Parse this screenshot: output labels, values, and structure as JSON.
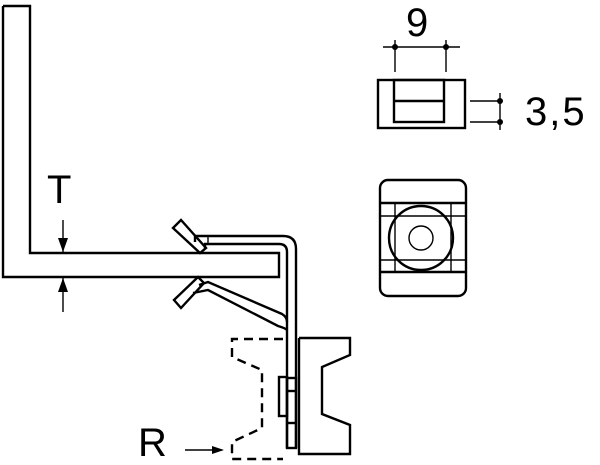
{
  "drawing": {
    "title": "Cable tie mount clip on panel edge - technical drawing",
    "line_color": "#000000",
    "background_color": "#ffffff"
  },
  "labels": {
    "thickness": "T",
    "rail": "R",
    "width_dim": "9",
    "height_dim": "3,5"
  },
  "parts": {
    "panel": "L-shaped panel / sheet edge",
    "clip": "spring clip with barbs",
    "mount": "cable tie mount (side view)",
    "rail_ghost": "rail profile (dashed)",
    "top_view": "mount front view with slot",
    "bottom_view": "mount top view with circular boss"
  }
}
